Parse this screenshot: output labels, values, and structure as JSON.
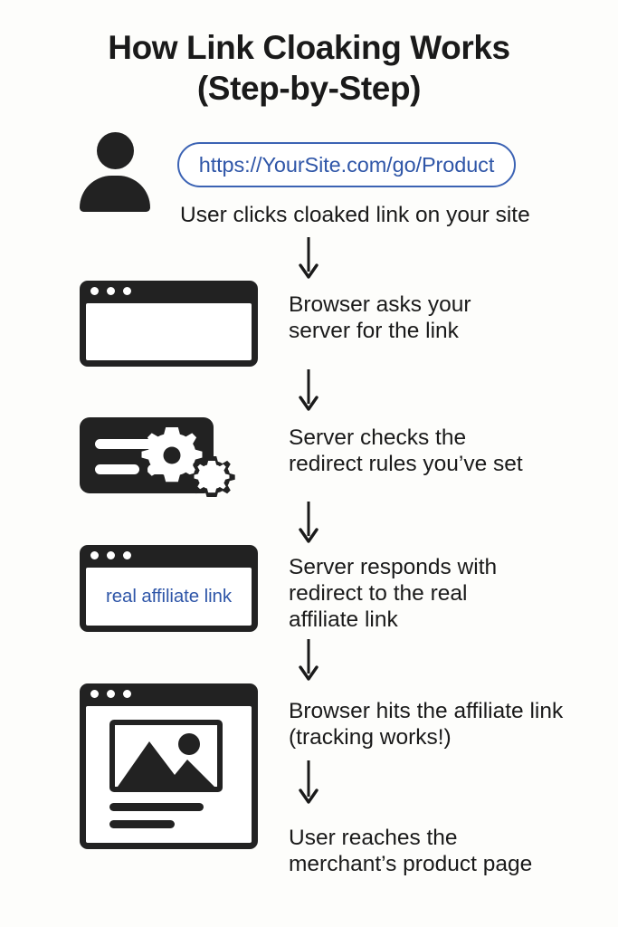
{
  "page": {
    "background_color": "#fdfdfb",
    "ink_color": "#1a1a1a",
    "accent_blue": "#2f56a8"
  },
  "title": {
    "line1": "How Link Cloaking Works",
    "line2": "(Step-by-Step)"
  },
  "steps": [
    {
      "id": "step-1",
      "icon": "person-icon",
      "url_value": "https://YourSite.com/go/Product",
      "caption": "User clicks cloaked link on your site"
    },
    {
      "id": "step-2",
      "icon": "browser-window-icon",
      "caption": "Browser asks your\nserver for the link"
    },
    {
      "id": "step-3",
      "icon": "server-gears-icon",
      "caption": "Server checks the\nredirect rules you’ve set"
    },
    {
      "id": "step-4",
      "icon": "browser-window-link-icon",
      "window_text": "real affiliate link",
      "caption": "Server responds with\nredirect to the real\naffiliate link"
    },
    {
      "id": "step-5",
      "icon": "browser-window-product-page-icon",
      "caption": "Browser hits the affiliate link\n(tracking works!)"
    },
    {
      "id": "step-6",
      "caption": "User reaches the\nmerchant’s product page"
    }
  ],
  "arrows": {
    "glyph": "down-arrow",
    "count": 5
  }
}
